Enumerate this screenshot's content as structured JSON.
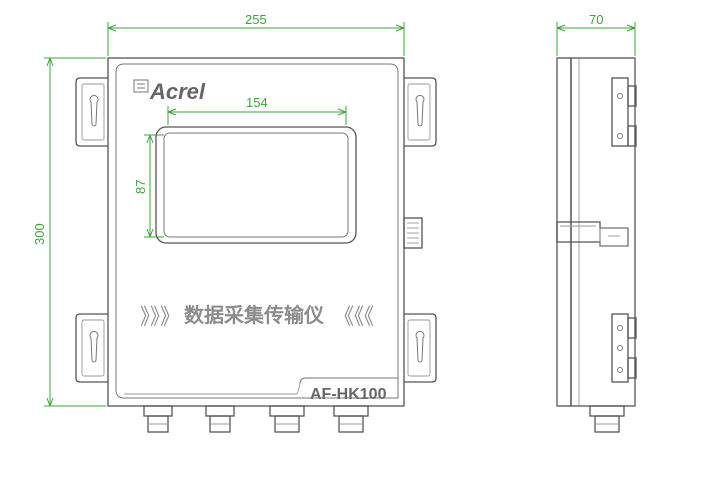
{
  "brand": {
    "logo_text": "Acrel"
  },
  "device": {
    "title": "数据采集传输仪",
    "chevrons_left": "》》》",
    "chevrons_right": "《《《",
    "model": "AF-HK100"
  },
  "dimensions": {
    "width_mm": "255",
    "height_mm": "300",
    "depth_mm": "70",
    "screen_width_mm": "154",
    "screen_height_mm": "87"
  },
  "colors": {
    "dimension_lines": "#3aa63a",
    "outline": "#555555",
    "text_grey": "#8c8c8c"
  }
}
